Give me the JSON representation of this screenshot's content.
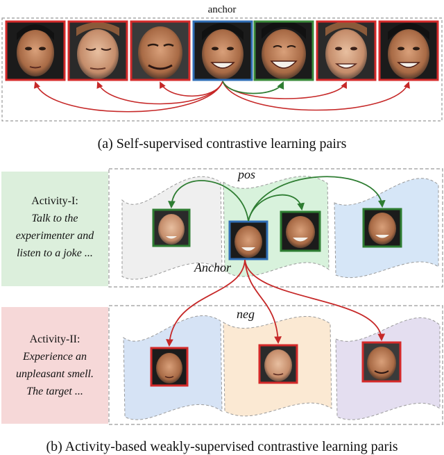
{
  "panel_a": {
    "anchor_label": "anchor",
    "caption": "(a) Self-supervised contrastive learning pairs",
    "frame_colors": [
      "#d42a2a",
      "#d42a2a",
      "#d42a2a",
      "#2f6db5",
      "#3a8a3a",
      "#d42a2a",
      "#d42a2a"
    ],
    "positive_color": "#2e7d32",
    "negative_color": "#c62828"
  },
  "panel_b": {
    "activity1": {
      "title": "Activity-I:",
      "lines": [
        "Talk to the",
        "experimenter and",
        "listen to a joke ..."
      ]
    },
    "activity2": {
      "title": "Activity-II:",
      "lines": [
        "Experience an",
        "unpleasant smell.",
        "The target ..."
      ]
    },
    "pos_label": "pos",
    "anchor_label": "Anchor",
    "neg_label": "neg",
    "caption": "(b) Activity-based weakly-supervised contrastive learning paris",
    "region_colors": [
      "#efefef",
      "#d8f2dc",
      "#d6e6f7",
      "#d6e3f5",
      "#fbe9d3",
      "#e4def0"
    ]
  }
}
